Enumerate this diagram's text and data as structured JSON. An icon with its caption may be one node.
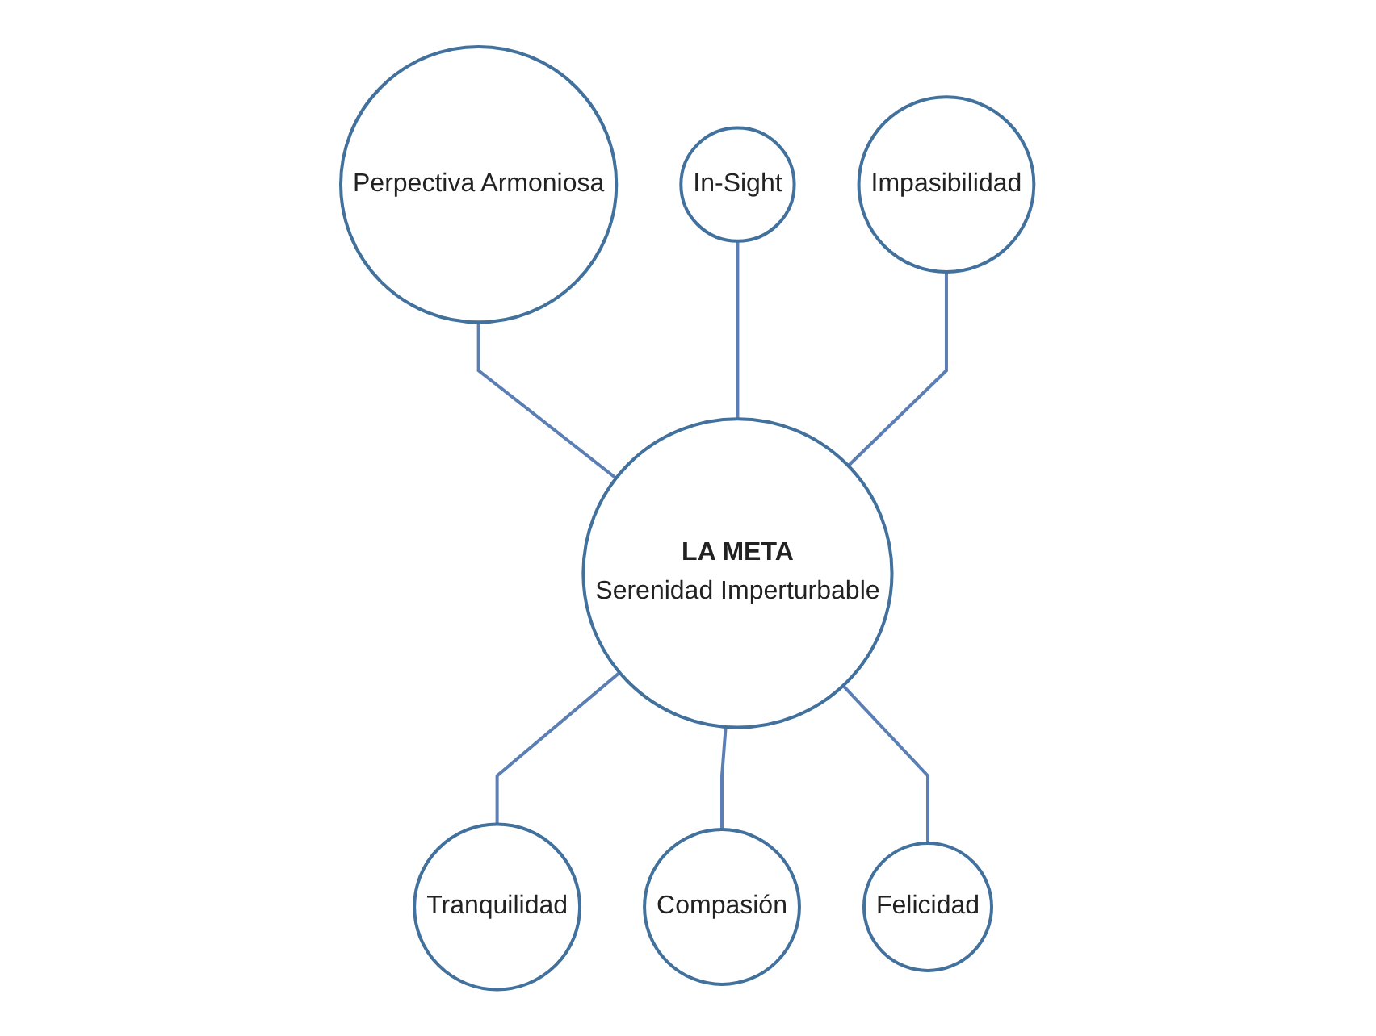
{
  "diagram": {
    "nodes": [
      {
        "text": [
          "Perpectiva Armoniosa"
        ]
      },
      {
        "text": [
          "In-Sight"
        ]
      },
      {
        "text": [
          "Impasibilidad"
        ]
      },
      {
        "text": [
          "LA META",
          "Serenidad Imperturbable"
        ]
      },
      {
        "text": [
          "Tranquilidad"
        ]
      },
      {
        "text": [
          "Compasión"
        ]
      },
      {
        "text": [
          "Felicidad"
        ]
      }
    ],
    "edges": [
      {
        "from": 0,
        "to": 3,
        "arrow": "none"
      },
      {
        "from": 1,
        "to": 3,
        "arrow": "none"
      },
      {
        "from": 2,
        "to": 3,
        "arrow": "none"
      },
      {
        "from": 3,
        "to": 4,
        "arrow": "none"
      },
      {
        "from": 3,
        "to": 5,
        "arrow": "none"
      },
      {
        "from": 3,
        "to": 6,
        "arrow": "none"
      }
    ]
  }
}
